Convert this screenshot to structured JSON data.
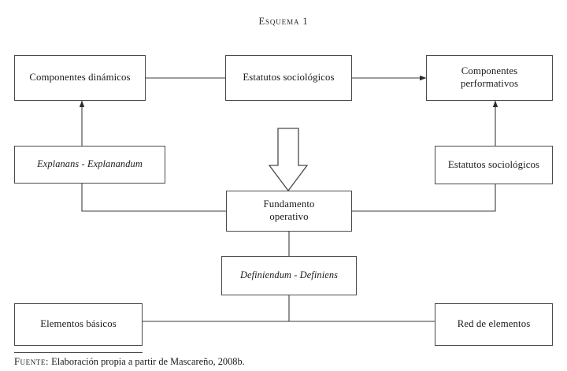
{
  "figure": {
    "title": "Esquema 1",
    "source_keyword": "Fuente:",
    "source_text": " Elaboración propia a partir de Mascareño, 2008b.",
    "line_color": "#4a4a4a",
    "text_color": "#1a1a1a",
    "background_color": "#ffffff"
  },
  "nodes": [
    {
      "id": "componentes-dinamicos",
      "label": "Componentes dinámicos",
      "style": "regular"
    },
    {
      "id": "estatutos-sociologicos-top",
      "label": "Estatutos sociológicos",
      "style": "regular"
    },
    {
      "id": "componentes-performativos",
      "label": "Componentes performativos",
      "style": "regular"
    },
    {
      "id": "explanans-explanandum",
      "label": "Explanans - Explanandum",
      "style": "italic"
    },
    {
      "id": "estatutos-sociologicos-right",
      "label": "Estatutos sociológicos",
      "style": "regular"
    },
    {
      "id": "fundamento-operativo",
      "label": "Fundamento\noperativo",
      "style": "regular"
    },
    {
      "id": "definiendum-definiens",
      "label": "Definiendum - Definiens",
      "style": "italic"
    },
    {
      "id": "elementos-basicos",
      "label": "Elementos básicos",
      "style": "regular"
    },
    {
      "id": "red-de-elementos",
      "label": "Red de elementos",
      "style": "regular"
    }
  ],
  "connectors": [
    {
      "id": "dinamicos-to-estatutos-top",
      "from": "componentes-dinamicos",
      "to": "estatutos-sociologicos-top",
      "arrow": false
    },
    {
      "id": "estatutos-top-to-performativos",
      "from": "estatutos-sociologicos-top",
      "to": "componentes-performativos",
      "arrow": true
    },
    {
      "id": "explanans-to-dinamicos",
      "from": "explanans-explanandum",
      "to": "componentes-dinamicos",
      "arrow": true
    },
    {
      "id": "estatutos-right-to-performativos",
      "from": "estatutos-sociologicos-right",
      "to": "componentes-performativos",
      "arrow": true
    },
    {
      "id": "explanans-to-fundamento",
      "from": "explanans-explanandum",
      "to": "fundamento-operativo",
      "arrow": false
    },
    {
      "id": "fundamento-to-estatutos-right",
      "from": "fundamento-operativo",
      "to": "estatutos-sociologicos-right",
      "arrow": false
    },
    {
      "id": "fundamento-to-definiendum",
      "from": "fundamento-operativo",
      "to": "definiendum-definiens",
      "arrow": false
    },
    {
      "id": "definiendum-to-base-line",
      "from": "definiendum-definiens",
      "to": "elementos-basicos",
      "arrow": false
    },
    {
      "id": "base-line-to-red",
      "from": "elementos-basicos",
      "to": "red-de-elementos",
      "arrow": false
    },
    {
      "id": "block-arrow-down-to-fundamento",
      "from": "estatutos-sociologicos-top",
      "to": "fundamento-operativo",
      "arrow": true,
      "shape": "block-arrow"
    }
  ]
}
